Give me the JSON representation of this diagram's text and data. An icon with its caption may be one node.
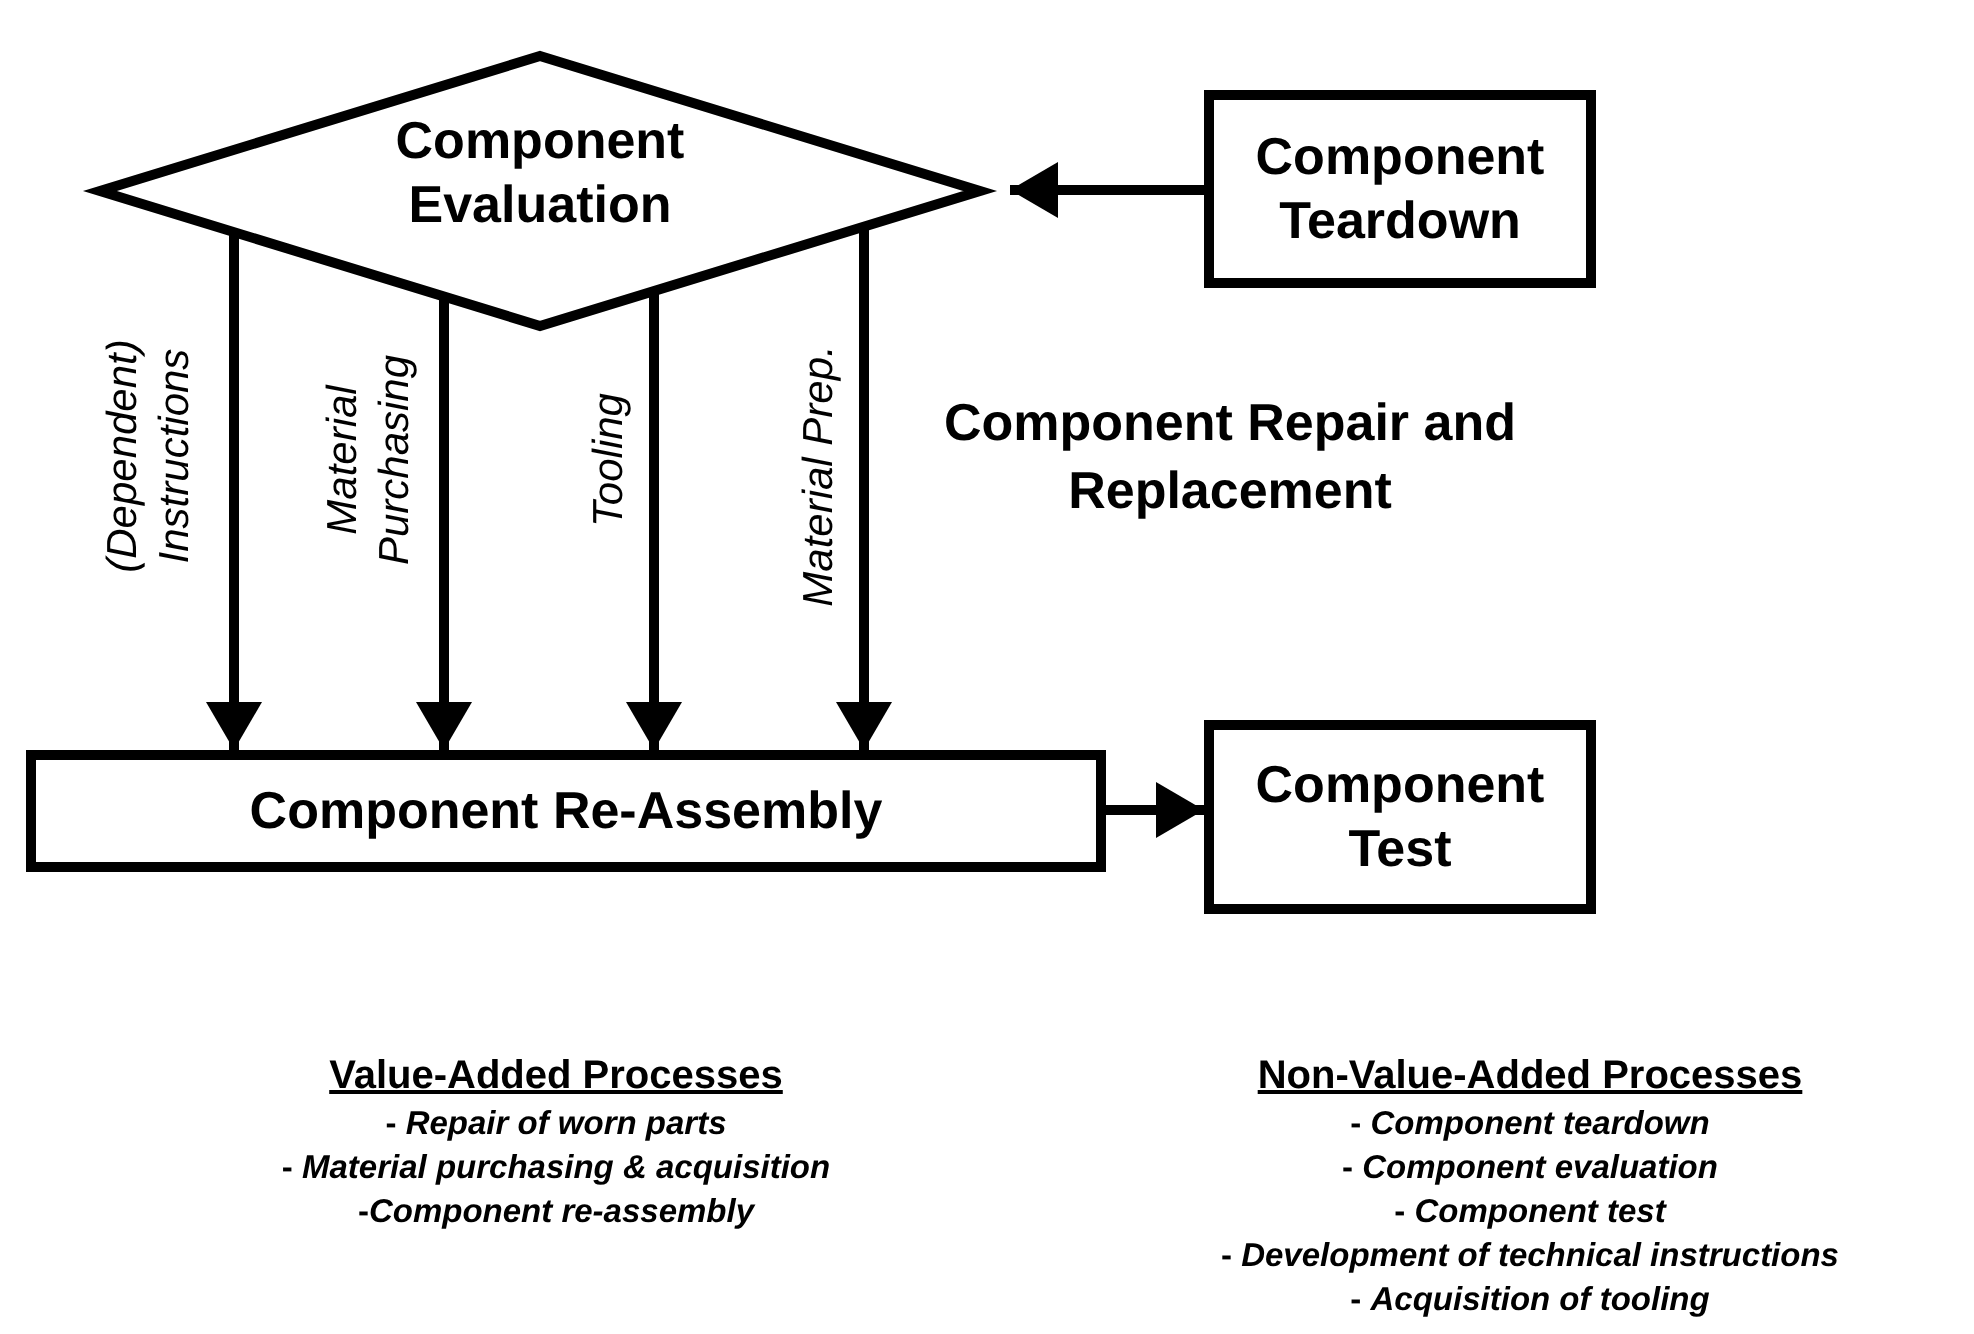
{
  "diagram": {
    "nodes": [
      {
        "text": [
          "Component Evaluation"
        ]
      },
      {
        "text": [
          "Component Teardown"
        ]
      },
      {
        "text": [
          "Component Re-Assembly"
        ]
      },
      {
        "text": [
          "Component Test"
        ]
      }
    ],
    "edges": [
      {
        "from": 1,
        "to": 0,
        "arrow": "to"
      },
      {
        "from": 0,
        "to": 2,
        "arrow": "to",
        "label": "(Dependent) Instructions"
      },
      {
        "from": 0,
        "to": 2,
        "arrow": "to",
        "label": "Material Purchasing"
      },
      {
        "from": 0,
        "to": 2,
        "arrow": "to",
        "label": "Tooling"
      },
      {
        "from": 0,
        "to": 2,
        "arrow": "to",
        "label": "Material Prep."
      },
      {
        "from": 2,
        "to": 3,
        "arrow": "to"
      }
    ],
    "labels": [
      "Component Repair and Replacement",
      "Value-Added Processes",
      "- *Repair of worn parts*",
      "- *Material purchasing & acquisition*",
      "-*Component re-assembly*",
      "Non-Value-Added Processes",
      "- *Component teardown*",
      "- *Component evaluation*",
      "- *Component test*",
      "- *Development of technical instructions*",
      "- *Acquisition of tooling*"
    ]
  }
}
